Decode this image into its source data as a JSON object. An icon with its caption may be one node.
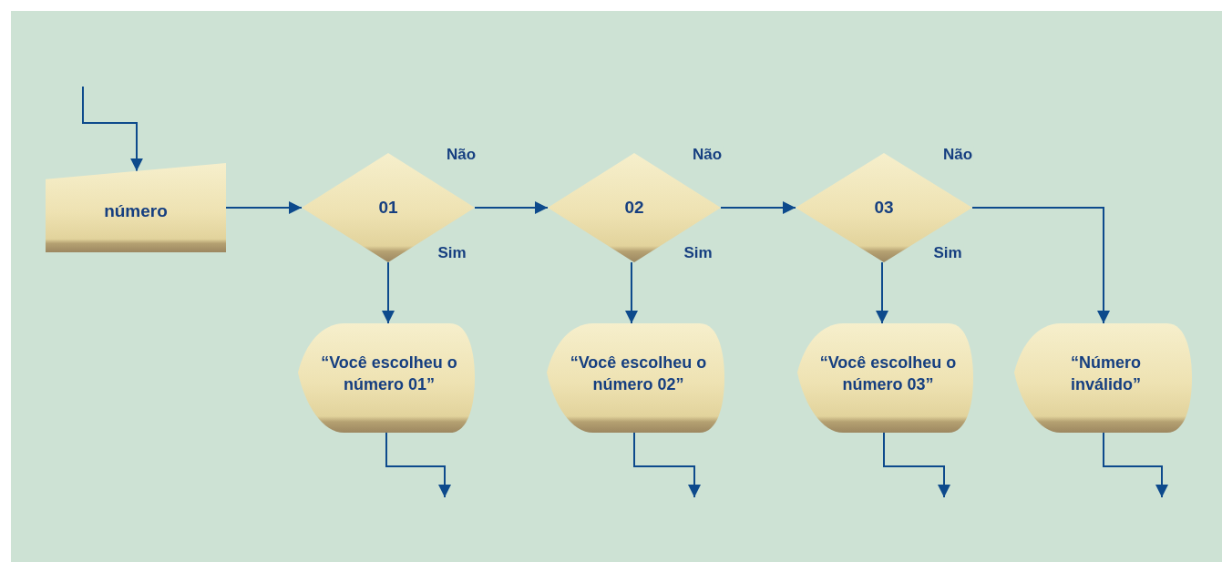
{
  "diagram": {
    "nodes": [
      {
        "text": [
          "número"
        ]
      },
      {
        "text": [
          "01"
        ]
      },
      {
        "text": [
          "02"
        ]
      },
      {
        "text": [
          "03"
        ]
      },
      {
        "text": [
          "“Você escolheu o número 01”"
        ]
      },
      {
        "text": [
          "“Você escolheu o número 02”"
        ]
      },
      {
        "text": [
          "“Você escolheu o número 03”"
        ]
      },
      {
        "text": [
          "“Número inválido”"
        ]
      }
    ],
    "edges": [
      {
        "from": null,
        "to": 0,
        "arrow": "to"
      },
      {
        "from": 0,
        "to": 1,
        "arrow": "to"
      },
      {
        "from": 1,
        "to": 2,
        "arrow": "to",
        "label": "Não"
      },
      {
        "from": 1,
        "to": 4,
        "arrow": "to",
        "label": "Sim"
      },
      {
        "from": 2,
        "to": 3,
        "arrow": "to",
        "label": "Não"
      },
      {
        "from": 2,
        "to": 5,
        "arrow": "to",
        "label": "Sim"
      },
      {
        "from": 3,
        "to": 7,
        "arrow": "to",
        "label": "Não"
      },
      {
        "from": 3,
        "to": 6,
        "arrow": "to",
        "label": "Sim"
      },
      {
        "from": 4,
        "to": null,
        "arrow": "to"
      },
      {
        "from": 5,
        "to": null,
        "arrow": "to"
      },
      {
        "from": 6,
        "to": null,
        "arrow": "to"
      },
      {
        "from": 7,
        "to": null,
        "arrow": "to"
      }
    ]
  }
}
